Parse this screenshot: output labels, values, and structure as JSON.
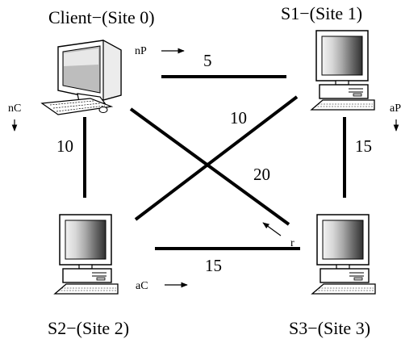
{
  "nodes": {
    "client": {
      "label": "Client−(Site 0)"
    },
    "s1": {
      "label": "S1−(Site 1)"
    },
    "s2": {
      "label": "S2−(Site 2)"
    },
    "s3": {
      "label": "S3−(Site 3)"
    }
  },
  "edges": {
    "client_s1": {
      "weight": "5"
    },
    "s1_s2": {
      "weight": "10"
    },
    "client_s2": {
      "weight": "10"
    },
    "client_s3": {
      "weight": "20"
    },
    "s1_s3": {
      "weight": "15"
    },
    "s2_s3": {
      "weight": "15"
    }
  },
  "flows": {
    "nP": "nP",
    "nC": "nC",
    "aP": "aP",
    "aC": "aC",
    "r": "r"
  }
}
